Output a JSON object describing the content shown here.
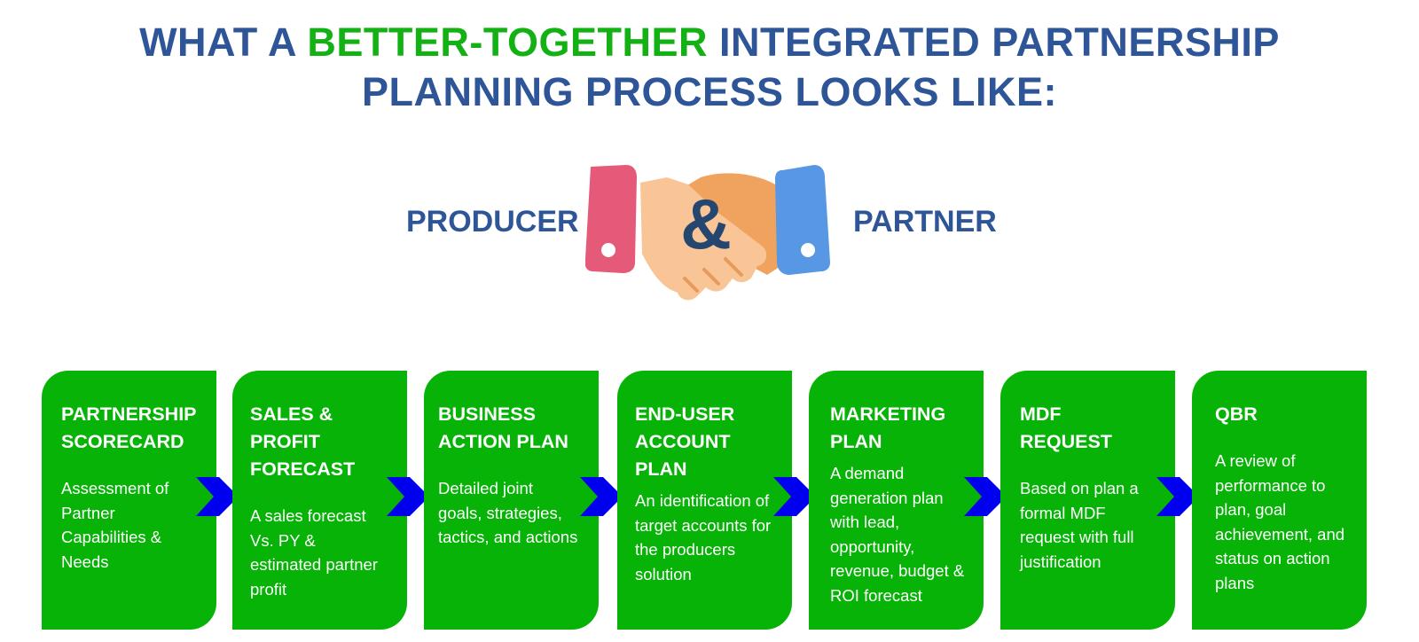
{
  "title": {
    "part1": "WHAT A ",
    "highlight": "BETTER-TOGETHER",
    "part2": " INTEGRATED PARTNERSHIP",
    "line2": "PLANNING PROCESS LOOKS LIKE:"
  },
  "left_label": "PRODUCER",
  "right_label": "PARTNER",
  "ampersand": "&",
  "colors": {
    "title_blue": "#2e5597",
    "title_green": "#13b113",
    "card_green": "#07b307",
    "arrow_blue": "#0000ee"
  },
  "icons": {
    "handshake": "handshake-icon",
    "arrow": "chevron-arrow-icon"
  },
  "steps": [
    {
      "title": "PARTNERSHIP SCORECARD",
      "desc": "Assessment of Partner Capabilities & Needs"
    },
    {
      "title": "SALES & PROFIT FORECAST",
      "desc": "A sales forecast Vs. PY & estimated partner profit"
    },
    {
      "title": "BUSINESS ACTION PLAN",
      "desc": "Detailed joint goals, strategies, tactics, and actions"
    },
    {
      "title": "END-USER ACCOUNT PLAN",
      "desc": "An identification of target accounts for the producers solution"
    },
    {
      "title": "MARKETING PLAN",
      "desc": "A demand generation plan with lead, opportunity, revenue, budget & ROI forecast"
    },
    {
      "title": "MDF REQUEST",
      "desc": "Based on plan a formal MDF request with full justification"
    },
    {
      "title": "QBR",
      "desc": "A review of performance to plan, goal achievement, and status on action plans"
    }
  ]
}
